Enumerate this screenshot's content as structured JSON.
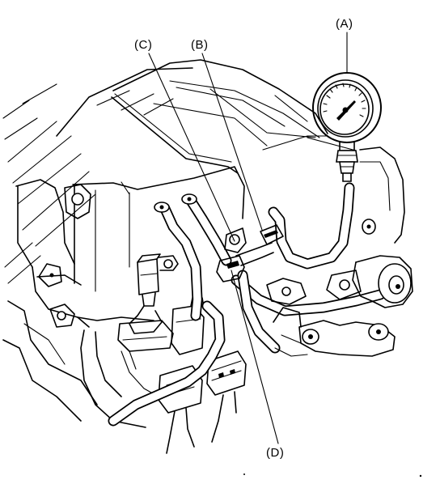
{
  "labels": {
    "a": "(A)",
    "b": "(B)",
    "c": "(C)",
    "d": "(D)"
  }
}
